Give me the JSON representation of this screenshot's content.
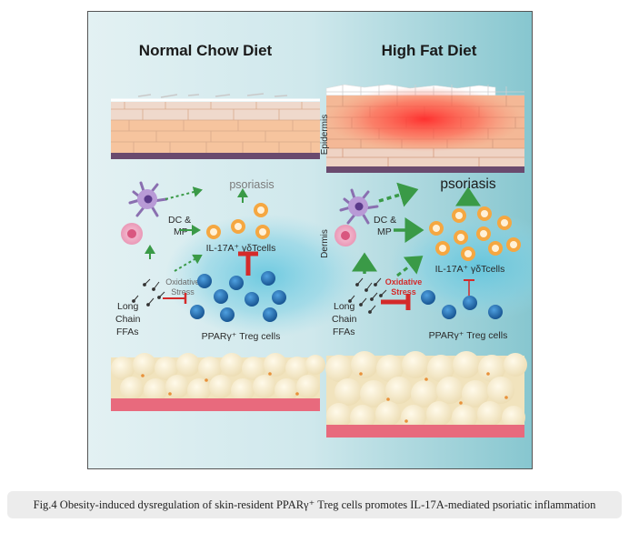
{
  "caption": "Fig.4 Obesity-induced dysregulation of skin-resident PPARγ⁺ Treg cells promotes IL-17A-mediated psoriatic inflammation",
  "left_panel": {
    "title": "Normal Chow Diet",
    "psoriasis": "psoriasis",
    "dc_mp": [
      "DC &",
      "MP"
    ],
    "il17a": "IL-17A⁺ γδTcells",
    "oxidative": [
      "Oxidative",
      "Stress"
    ],
    "ffa": [
      "Long",
      "Chain",
      "FFAs"
    ],
    "treg": "PPARγ⁺ Treg cells"
  },
  "right_panel": {
    "title": "High Fat Diet",
    "psoriasis": "psoriasis",
    "dc_mp": [
      "DC &",
      "MP"
    ],
    "il17a": "IL-17A⁺ γδTcells",
    "oxidative": [
      "Oxidative",
      "Stress"
    ],
    "ffa": [
      "Long",
      "Chain",
      "FFAs"
    ],
    "treg": "PPARγ⁺ Treg cells"
  },
  "layer_labels": {
    "epidermis": "Epidermis",
    "dermis": "Dermis"
  },
  "colors": {
    "background": "#d9ecef",
    "teal_gradient_end": "#8fcbd3",
    "green_arrow": "#3a9a47",
    "red_inhibit": "#d42a2a",
    "treg_blue": "#1f6fb8",
    "gd_orange": "#f3a63a",
    "fat_yellow": "#f4ead0",
    "basement_pink": "#e86a7d",
    "inflammation_red": "#ff3b3b"
  }
}
